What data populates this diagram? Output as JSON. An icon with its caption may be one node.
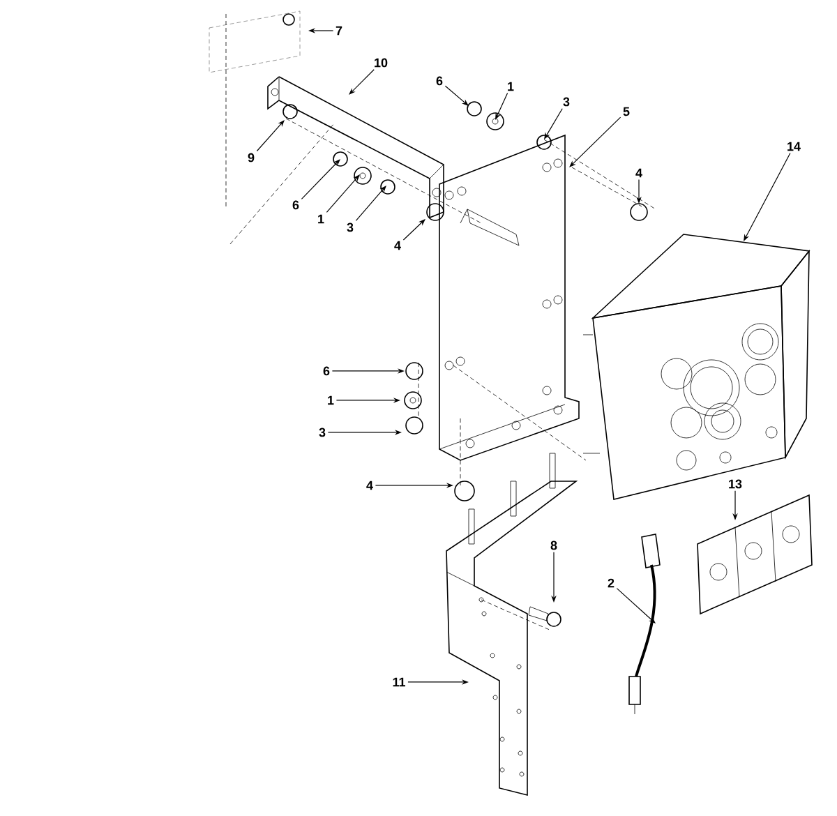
{
  "diagram": {
    "nodes": [
      {
        "text": [
          "7"
        ]
      },
      {
        "text": [
          "10"
        ]
      },
      {
        "text": [
          "6"
        ]
      },
      {
        "text": [
          "1"
        ]
      },
      {
        "text": [
          "3"
        ]
      },
      {
        "text": [
          "9"
        ]
      },
      {
        "text": [
          "6"
        ]
      },
      {
        "text": [
          "1"
        ]
      },
      {
        "text": [
          "3"
        ]
      },
      {
        "text": [
          "5"
        ]
      },
      {
        "text": [
          "4"
        ]
      },
      {
        "text": [
          "4"
        ]
      },
      {
        "text": [
          "14"
        ]
      },
      {
        "text": [
          "6"
        ]
      },
      {
        "text": [
          "1"
        ]
      },
      {
        "text": [
          "3"
        ]
      },
      {
        "text": [
          "4"
        ]
      },
      {
        "text": [
          "8"
        ]
      },
      {
        "text": [
          "13"
        ]
      },
      {
        "text": [
          "2"
        ]
      },
      {
        "text": [
          "11"
        ]
      }
    ],
    "edges": [
      {
        "from": 0,
        "to": null,
        "arrow": "to"
      },
      {
        "from": 1,
        "to": null,
        "arrow": "to"
      },
      {
        "from": 2,
        "to": null,
        "arrow": "to"
      },
      {
        "from": 3,
        "to": null,
        "arrow": "to"
      },
      {
        "from": 4,
        "to": null,
        "arrow": "to"
      },
      {
        "from": 5,
        "to": null,
        "arrow": "to"
      },
      {
        "from": 6,
        "to": null,
        "arrow": "to"
      },
      {
        "from": 7,
        "to": null,
        "arrow": "to"
      },
      {
        "from": 8,
        "to": null,
        "arrow": "to"
      },
      {
        "from": 9,
        "to": null,
        "arrow": "to"
      },
      {
        "from": 10,
        "to": null,
        "arrow": "to"
      },
      {
        "from": 11,
        "to": null,
        "arrow": "to"
      },
      {
        "from": 12,
        "to": null,
        "arrow": "to"
      },
      {
        "from": 13,
        "to": null,
        "arrow": "to"
      },
      {
        "from": 14,
        "to": null,
        "arrow": "to"
      },
      {
        "from": 15,
        "to": null,
        "arrow": "to"
      },
      {
        "from": 16,
        "to": null,
        "arrow": "to"
      },
      {
        "from": 17,
        "to": null,
        "arrow": "to"
      },
      {
        "from": 18,
        "to": null,
        "arrow": "to"
      },
      {
        "from": 19,
        "to": null,
        "arrow": "to"
      },
      {
        "from": 20,
        "to": null,
        "arrow": "to"
      }
    ]
  }
}
